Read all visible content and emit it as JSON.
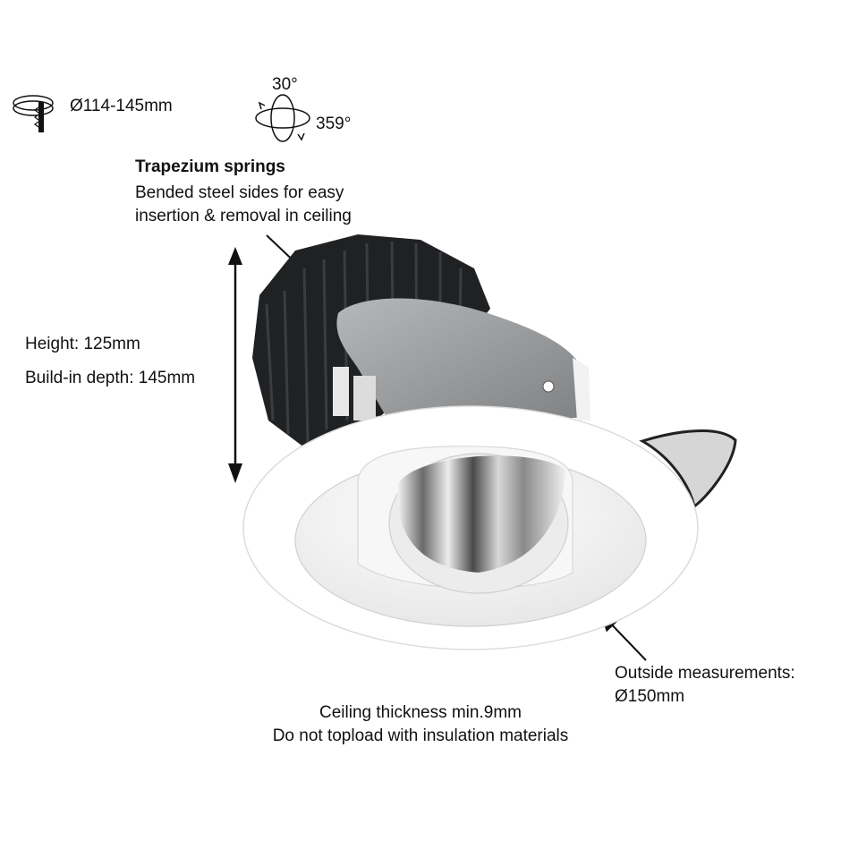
{
  "cutout": {
    "label": "Ø114-145mm",
    "icon": "cutout-diameter-icon"
  },
  "rotation": {
    "tilt": "30°",
    "rotate": "359°",
    "icon": "rotation-icon"
  },
  "springs": {
    "title": "Trapezium springs",
    "line1": "Bended steel sides for easy",
    "line2": "insertion & removal in ceiling"
  },
  "dimensions": {
    "height": "Height: 125mm",
    "depth": "Build-in depth: 145mm"
  },
  "outside": {
    "line1": "Outside measurements:",
    "line2": "Ø150mm"
  },
  "notes": {
    "line1": "Ceiling thickness min.9mm",
    "line2": "Do not topload with insulation materials"
  },
  "colors": {
    "heatsink": "#1f2123",
    "bracket": "#8f9193",
    "trim": "#ffffff",
    "reflector": "#b8b8b8",
    "text": "#111111"
  }
}
